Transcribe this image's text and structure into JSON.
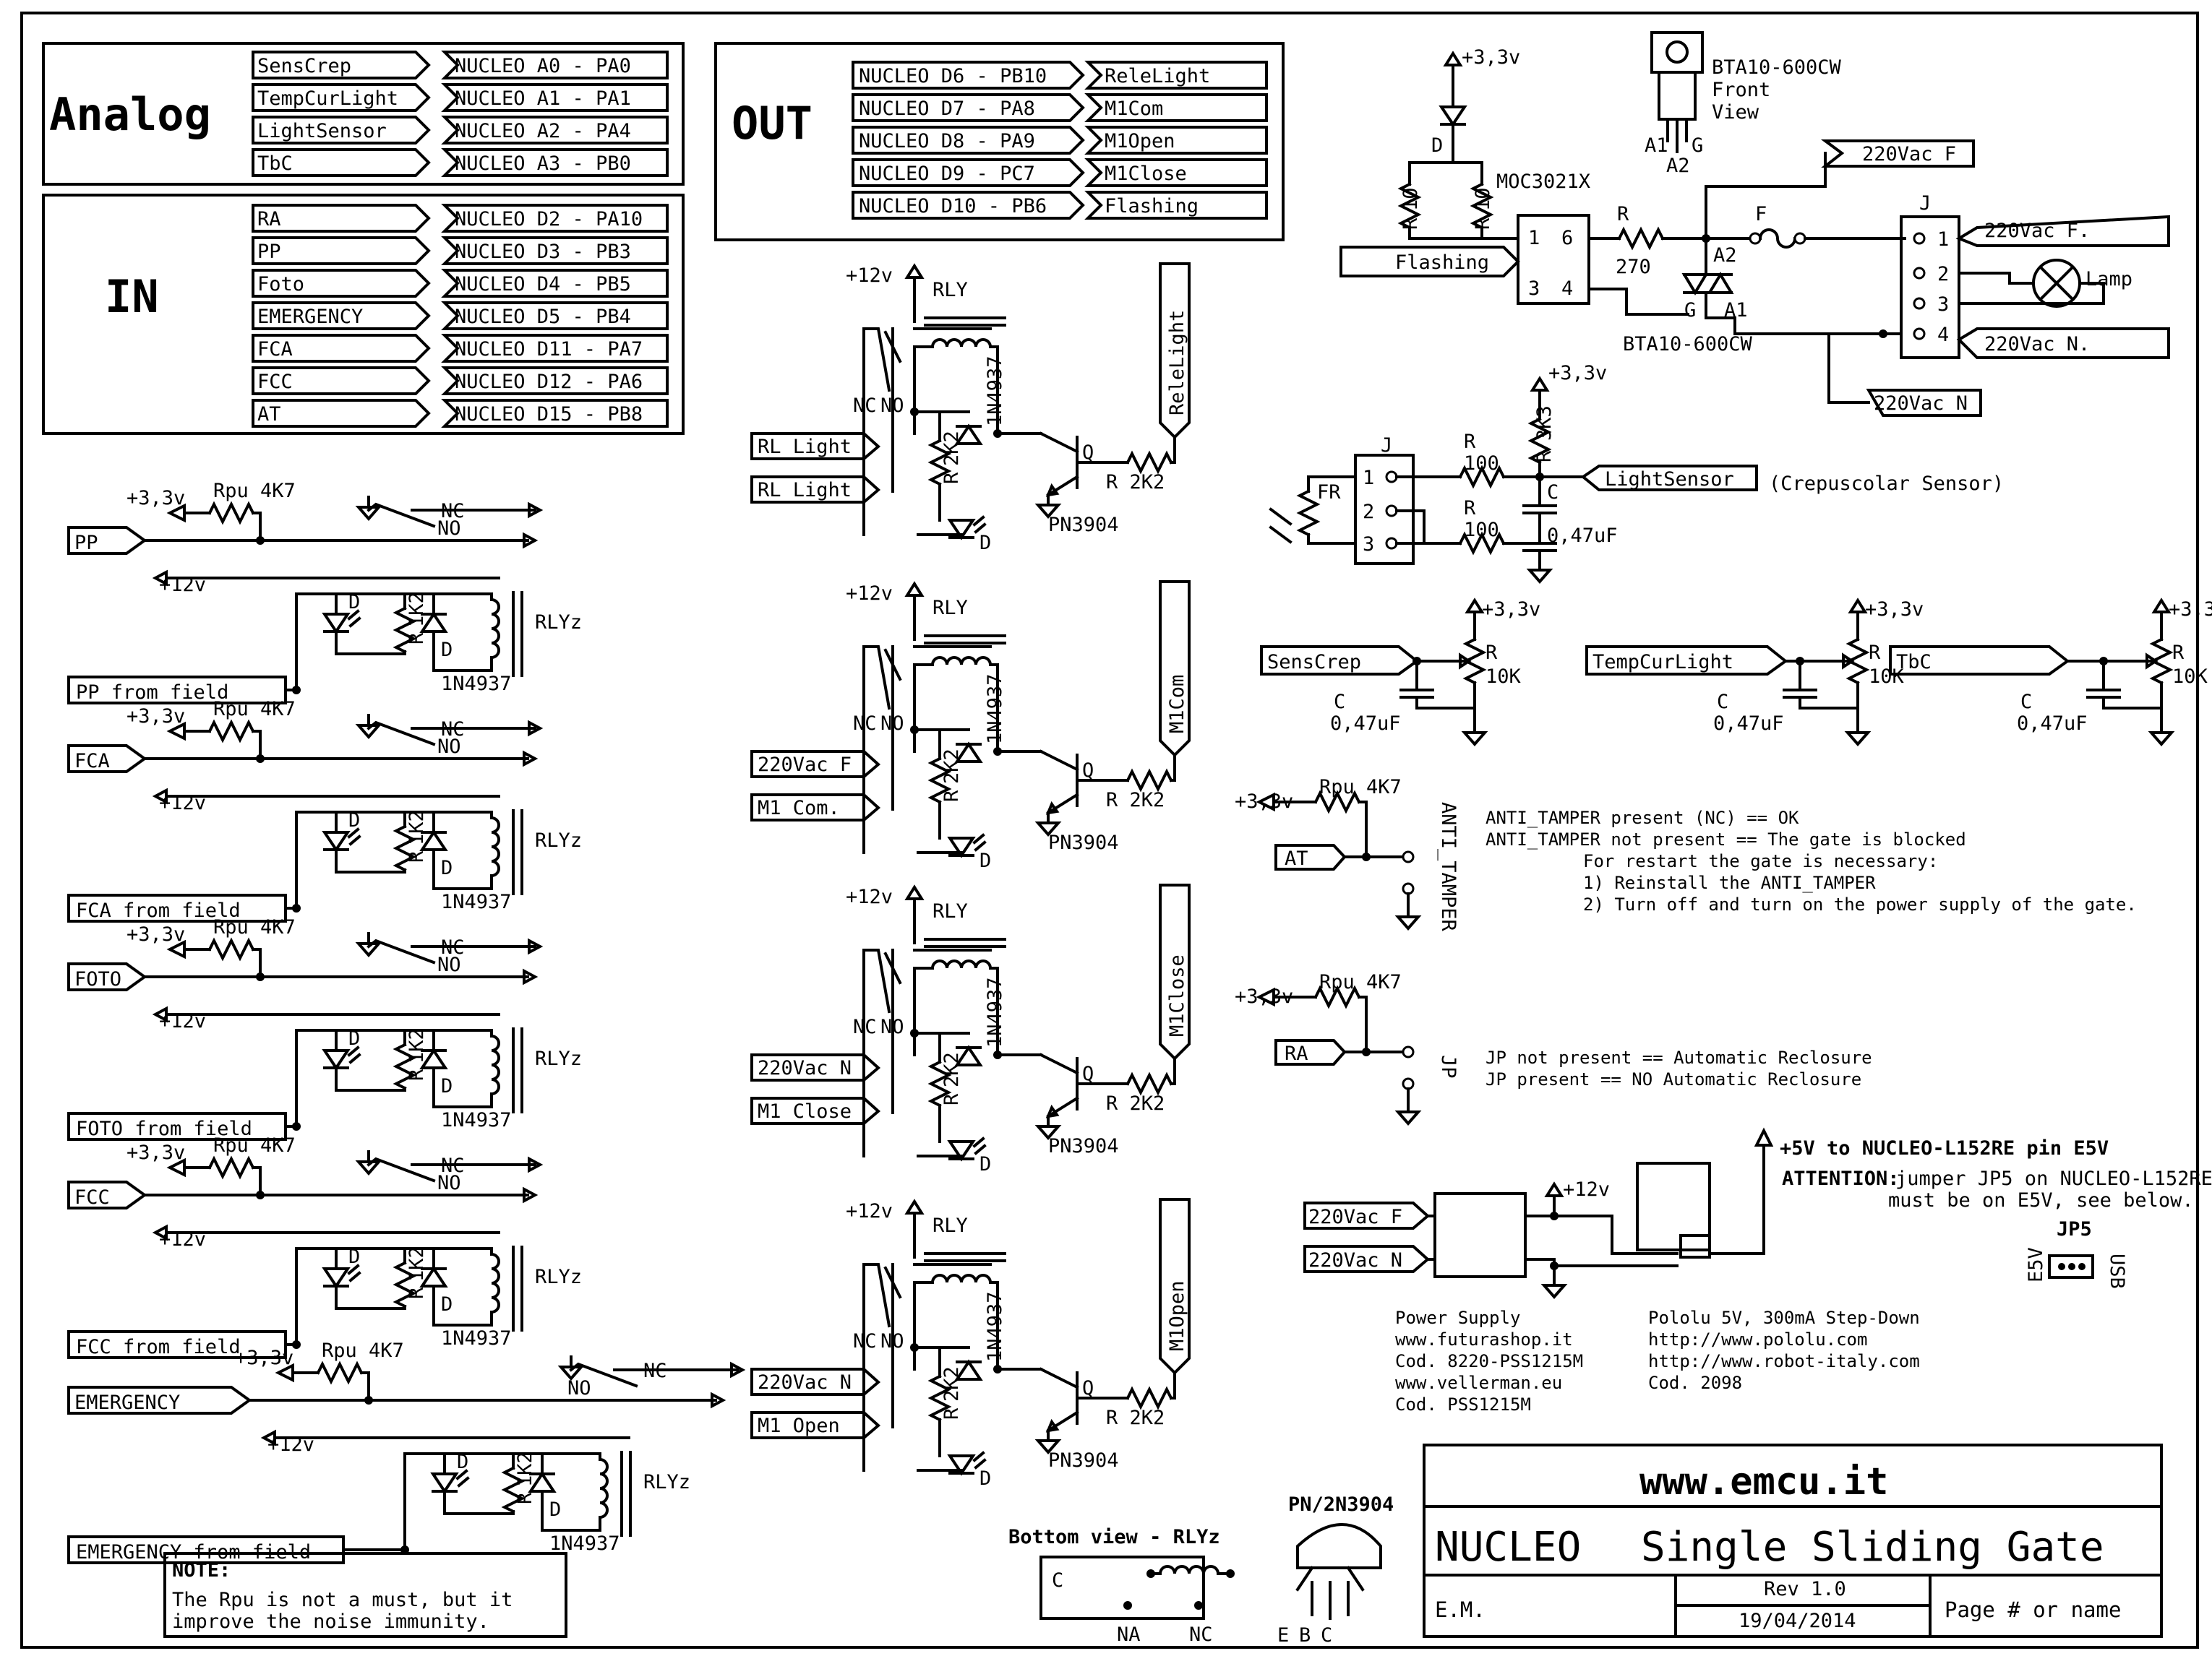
{
  "labels": {
    "analog": "Analog",
    "in": "IN",
    "out": "OUT",
    "plus33": "+3,3v",
    "plus12": "+12v",
    "rpu": "Rpu 4K7",
    "nc": "NC",
    "no": "NO",
    "d": "D",
    "r": "R",
    "r1k2": "1K2",
    "diode": "1N4937",
    "rlyz": "RLYz",
    "rly": "RLY",
    "q": "Q",
    "pn3904": "PN3904",
    "r2k2": "R 2K2",
    "v2k2": "2K2",
    "c": "C",
    "cap047": "0,47uF",
    "r10k": "10K",
    "r10": "10",
    "r100": "100",
    "r3k3": "3K3",
    "r270": "270",
    "f": "F",
    "j": "J",
    "fr": "FR",
    "moc": "MOC3021X",
    "triac": "BTA10-600CW",
    "triac_front": "BTA10-600CW",
    "front": "Front",
    "view": "View",
    "a1": "A1",
    "a2": "A2",
    "g": "G",
    "pin1": "1",
    "pin2": "2",
    "pin3": "3",
    "pin4": "4",
    "pin6": "6",
    "lamp": "Lamp",
    "crepuscolar": "(Crepuscolar Sensor)",
    "anti_tamper": "ANTI_TAMPER",
    "jp": "JP",
    "e5v": "E5V",
    "usb": "USB",
    "jp5": "JP5",
    "plus5": "+5V to NUCLEO-L152RE pin E5V",
    "attention": "ATTENTION:",
    "attention_text_1": "jumper JP5 on NUCLEO-L152RE",
    "attention_text_2": "must be on E5V, see below.",
    "bottom_view": "Bottom view - RLYz",
    "na": "NA",
    "pn2n3904": "PN/2N3904",
    "e": "E",
    "bb": "B",
    "cc": "C",
    "note_title": "NOTE:",
    "note_1": "The Rpu is not a must, but it",
    "note_2": "improve the noise immunity."
  },
  "analog_nets": [
    {
      "signal": "SensCrep",
      "pin": "NUCLEO A0 - PA0"
    },
    {
      "signal": "TempCurLight",
      "pin": "NUCLEO A1 - PA1"
    },
    {
      "signal": "LightSensor",
      "pin": "NUCLEO A2 - PA4"
    },
    {
      "signal": "TbC",
      "pin": "NUCLEO A3 - PB0"
    }
  ],
  "in_nets": [
    {
      "signal": "RA",
      "pin": "NUCLEO D2 - PA10"
    },
    {
      "signal": "PP",
      "pin": "NUCLEO D3 - PB3"
    },
    {
      "signal": "Foto",
      "pin": "NUCLEO D4 - PB5"
    },
    {
      "signal": "EMERGENCY",
      "pin": "NUCLEO D5 - PB4"
    },
    {
      "signal": "FCA",
      "pin": "NUCLEO D11 - PA7"
    },
    {
      "signal": "FCC",
      "pin": "NUCLEO D12 - PA6"
    },
    {
      "signal": "AT",
      "pin": "NUCLEO D15 - PB8"
    }
  ],
  "out_nets": [
    {
      "pin": "NUCLEO D6 - PB10",
      "signal": "ReleLight"
    },
    {
      "pin": "NUCLEO D7 - PA8",
      "signal": "M1Com"
    },
    {
      "pin": "NUCLEO D8 - PA9",
      "signal": "M1Open"
    },
    {
      "pin": "NUCLEO D9 - PC7",
      "signal": "M1Close"
    },
    {
      "pin": "NUCLEO D10 - PB6",
      "signal": "Flashing"
    }
  ],
  "inputs": [
    {
      "port": "PP",
      "field": "PP from field"
    },
    {
      "port": "FCA",
      "field": "FCA from field"
    },
    {
      "port": "FOTO",
      "field": "FOTO from field"
    },
    {
      "port": "FCC",
      "field": "FCC from field"
    },
    {
      "port": "EMERGENCY",
      "field": "EMERGENCY from field"
    }
  ],
  "relays": [
    {
      "net": "ReleLight",
      "in1": "RL Light",
      "in2": "RL Light"
    },
    {
      "net": "M1Com",
      "in1": "220Vac F",
      "in2": "M1 Com."
    },
    {
      "net": "M1Close",
      "in1": "220Vac N",
      "in2": "M1 Close"
    },
    {
      "net": "M1Open",
      "in1": "220Vac N",
      "in2": "M1 Open"
    }
  ],
  "power_nets": {
    "flashing": "Flashing",
    "ac_f": "220Vac F",
    "ac_f_dot": "220Vac F.",
    "ac_n_dot": "220Vac N.",
    "ac_n": "220Vac N",
    "light_sensor": "LightSensor",
    "ps_f": "220Vac F",
    "ps_n": "220Vac N"
  },
  "trimmers": [
    {
      "net": "SensCrep"
    },
    {
      "net": "TempCurLight"
    },
    {
      "net": "TbC"
    }
  ],
  "at_block": {
    "port": "AT"
  },
  "ra_block": {
    "port": "RA"
  },
  "tamper_notes": [
    "ANTI_TAMPER present (NC) == OK",
    "ANTI_TAMPER not present == The gate is blocked",
    "For restart the gate is necessary:",
    "1) Reinstall the ANTI_TAMPER",
    "2) Turn off and turn on the power supply of the gate."
  ],
  "jp_notes": [
    "JP not present == Automatic Reclosure",
    "JP present == NO Automatic Reclosure"
  ],
  "power_supply": [
    "Power Supply",
    "www.futurashop.it",
    "Cod. 8220-PSS1215M",
    "www.vellerman.eu",
    "Cod. PSS1215M"
  ],
  "pololu": [
    "Pololu 5V, 300mA Step-Down",
    "http://www.pololu.com",
    "http://www.robot-italy.com",
    "Cod. 2098"
  ],
  "title_block": {
    "url": "www.emcu.it",
    "brand": "NUCLEO",
    "title": "Single Sliding Gate",
    "author": "E.M.",
    "rev": "Rev 1.0",
    "date": "19/04/2014",
    "page": "Page # or name"
  }
}
